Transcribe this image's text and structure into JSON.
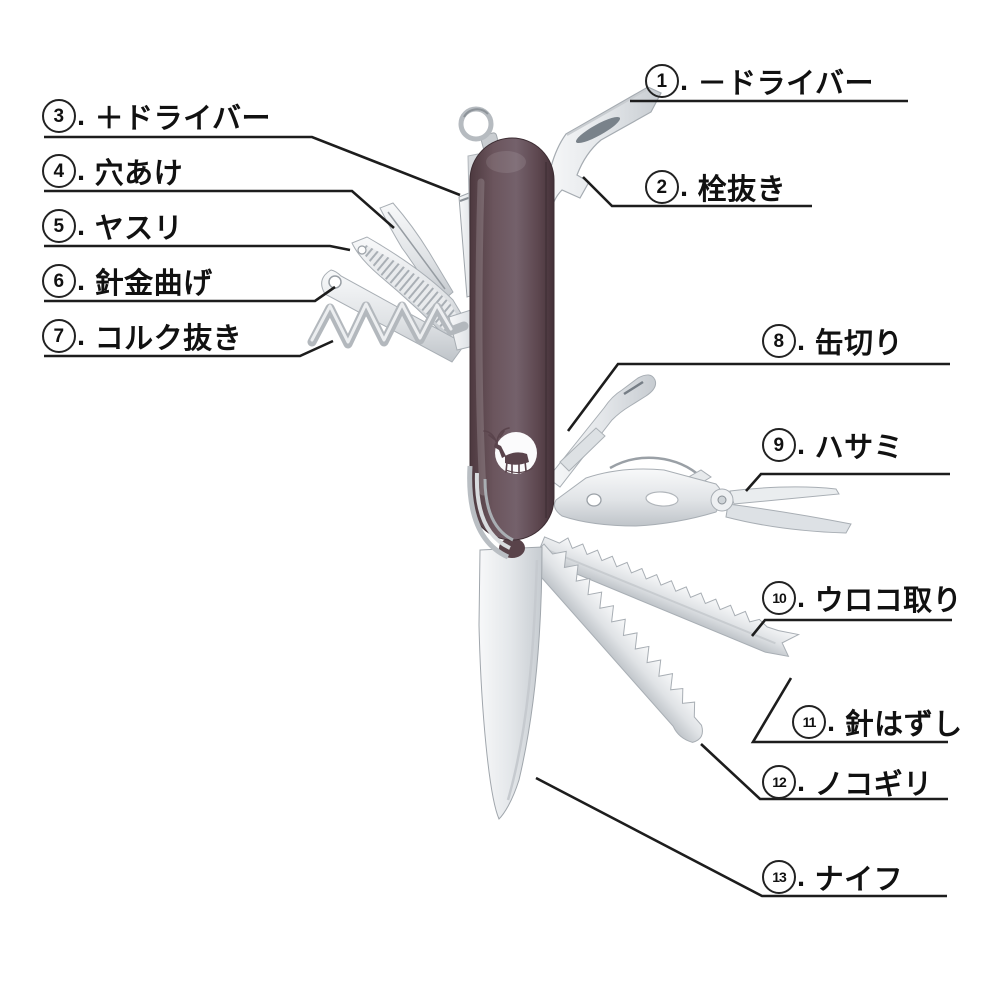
{
  "separator": ".",
  "logo_icon": "stag-silhouette-in-circle",
  "colors": {
    "handle": "#634c54",
    "metal": "#e8ebee",
    "label_line": "#1d1d1d",
    "logo_bg": "#fbfbfc"
  },
  "tools": [
    {
      "num": "1",
      "name": "－ドライバー"
    },
    {
      "num": "2",
      "name": "栓抜き"
    },
    {
      "num": "3",
      "name": "＋ドライバー"
    },
    {
      "num": "4",
      "name": "穴あけ"
    },
    {
      "num": "5",
      "name": "ヤスリ"
    },
    {
      "num": "6",
      "name": "針金曲げ"
    },
    {
      "num": "7",
      "name": "コルク抜き"
    },
    {
      "num": "8",
      "name": "缶切り"
    },
    {
      "num": "9",
      "name": "ハサミ"
    },
    {
      "num": "10",
      "name": "ウロコ取り"
    },
    {
      "num": "11",
      "name": "針はずし"
    },
    {
      "num": "12",
      "name": "ノコギリ"
    },
    {
      "num": "13",
      "name": "ナイフ"
    }
  ]
}
